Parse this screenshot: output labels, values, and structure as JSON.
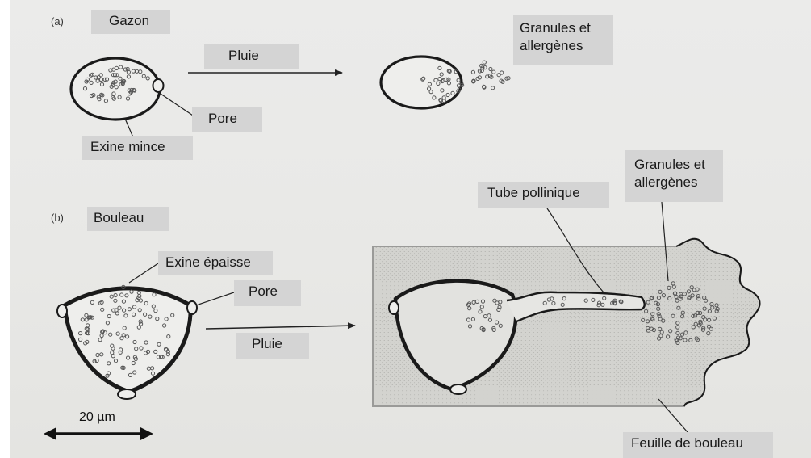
{
  "part_a": {
    "tag": "(a)",
    "title": "Gazon",
    "arrow_label": "Pluie",
    "pore_label": "Pore",
    "exine_label": "Exine mince",
    "granules_line1": "Granules et",
    "granules_line2": "allergènes"
  },
  "part_b": {
    "tag": "(b)",
    "title": "Bouleau",
    "exine_label": "Exine épaisse",
    "pore_label": "Pore",
    "arrow_label": "Pluie",
    "tube_label": "Tube pollinique",
    "granules_line1": "Granules et",
    "granules_line2": "allergènes",
    "leaf_label": "Feuille de bouleau",
    "scale_label": "20 µm"
  },
  "colors": {
    "ink": "#1a1a1a",
    "label_bg": "#d4d4d4",
    "leaf_fill": "#d3d3cf",
    "leaf_edge": "#9a9a98"
  }
}
